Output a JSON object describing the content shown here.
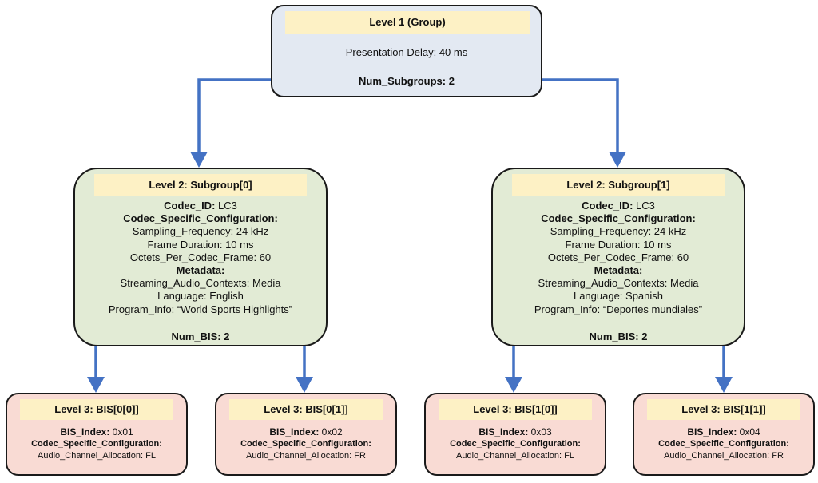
{
  "level1": {
    "title": "Level 1 (Group)",
    "presentation_delay": "Presentation Delay: 40 ms",
    "num_subgroups": "Num_Subgroups: 2"
  },
  "subgroups": [
    {
      "title": "Level 2: Subgroup[0]",
      "codec_id_label": "Codec_ID:",
      "codec_id_value": " LC3",
      "csc_label": "Codec_Specific_Configuration:",
      "sampling": "Sampling_Frequency: 24 kHz",
      "frame_duration": "Frame Duration: 10 ms",
      "octets": "Octets_Per_Codec_Frame: 60",
      "metadata_label": "Metadata:",
      "contexts": "Streaming_Audio_Contexts: Media",
      "language": "Language: English",
      "program_info": "Program_Info: “World Sports Highlights”",
      "num_bis": "Num_BIS: 2"
    },
    {
      "title": "Level 2: Subgroup[1]",
      "codec_id_label": "Codec_ID:",
      "codec_id_value": " LC3",
      "csc_label": "Codec_Specific_Configuration:",
      "sampling": "Sampling_Frequency: 24 kHz",
      "frame_duration": "Frame Duration: 10 ms",
      "octets": "Octets_Per_Codec_Frame: 60",
      "metadata_label": "Metadata:",
      "contexts": "Streaming_Audio_Contexts: Media",
      "language": "Language: Spanish",
      "program_info": "Program_Info: “Deportes mundiales”",
      "num_bis": "Num_BIS: 2"
    }
  ],
  "bis": [
    {
      "title": "Level 3: BIS[0[0]]",
      "index_label": "BIS_Index:",
      "index_value": " 0x01",
      "csc_label": "Codec_Specific_Configuration:",
      "allocation": "Audio_Channel_Allocation: FL"
    },
    {
      "title": "Level 3: BIS[0[1]]",
      "index_label": "BIS_Index:",
      "index_value": " 0x02",
      "csc_label": "Codec_Specific_Configuration:",
      "allocation": "Audio_Channel_Allocation: FR"
    },
    {
      "title": "Level 3: BIS[1[0]]",
      "index_label": "BIS_Index:",
      "index_value": " 0x03",
      "csc_label": "Codec_Specific_Configuration:",
      "allocation": "Audio_Channel_Allocation: FL"
    },
    {
      "title": "Level 3: BIS[1[1]]",
      "index_label": "BIS_Index:",
      "index_value": " 0x04",
      "csc_label": "Codec_Specific_Configuration:",
      "allocation": "Audio_Channel_Allocation: FR"
    }
  ],
  "colors": {
    "connector": "#4472c4",
    "level1_fill": "#e3e9f2",
    "level2_fill": "#e2ebd5",
    "level3_fill": "#f9dbd4",
    "title_fill": "#fdf1c5"
  }
}
